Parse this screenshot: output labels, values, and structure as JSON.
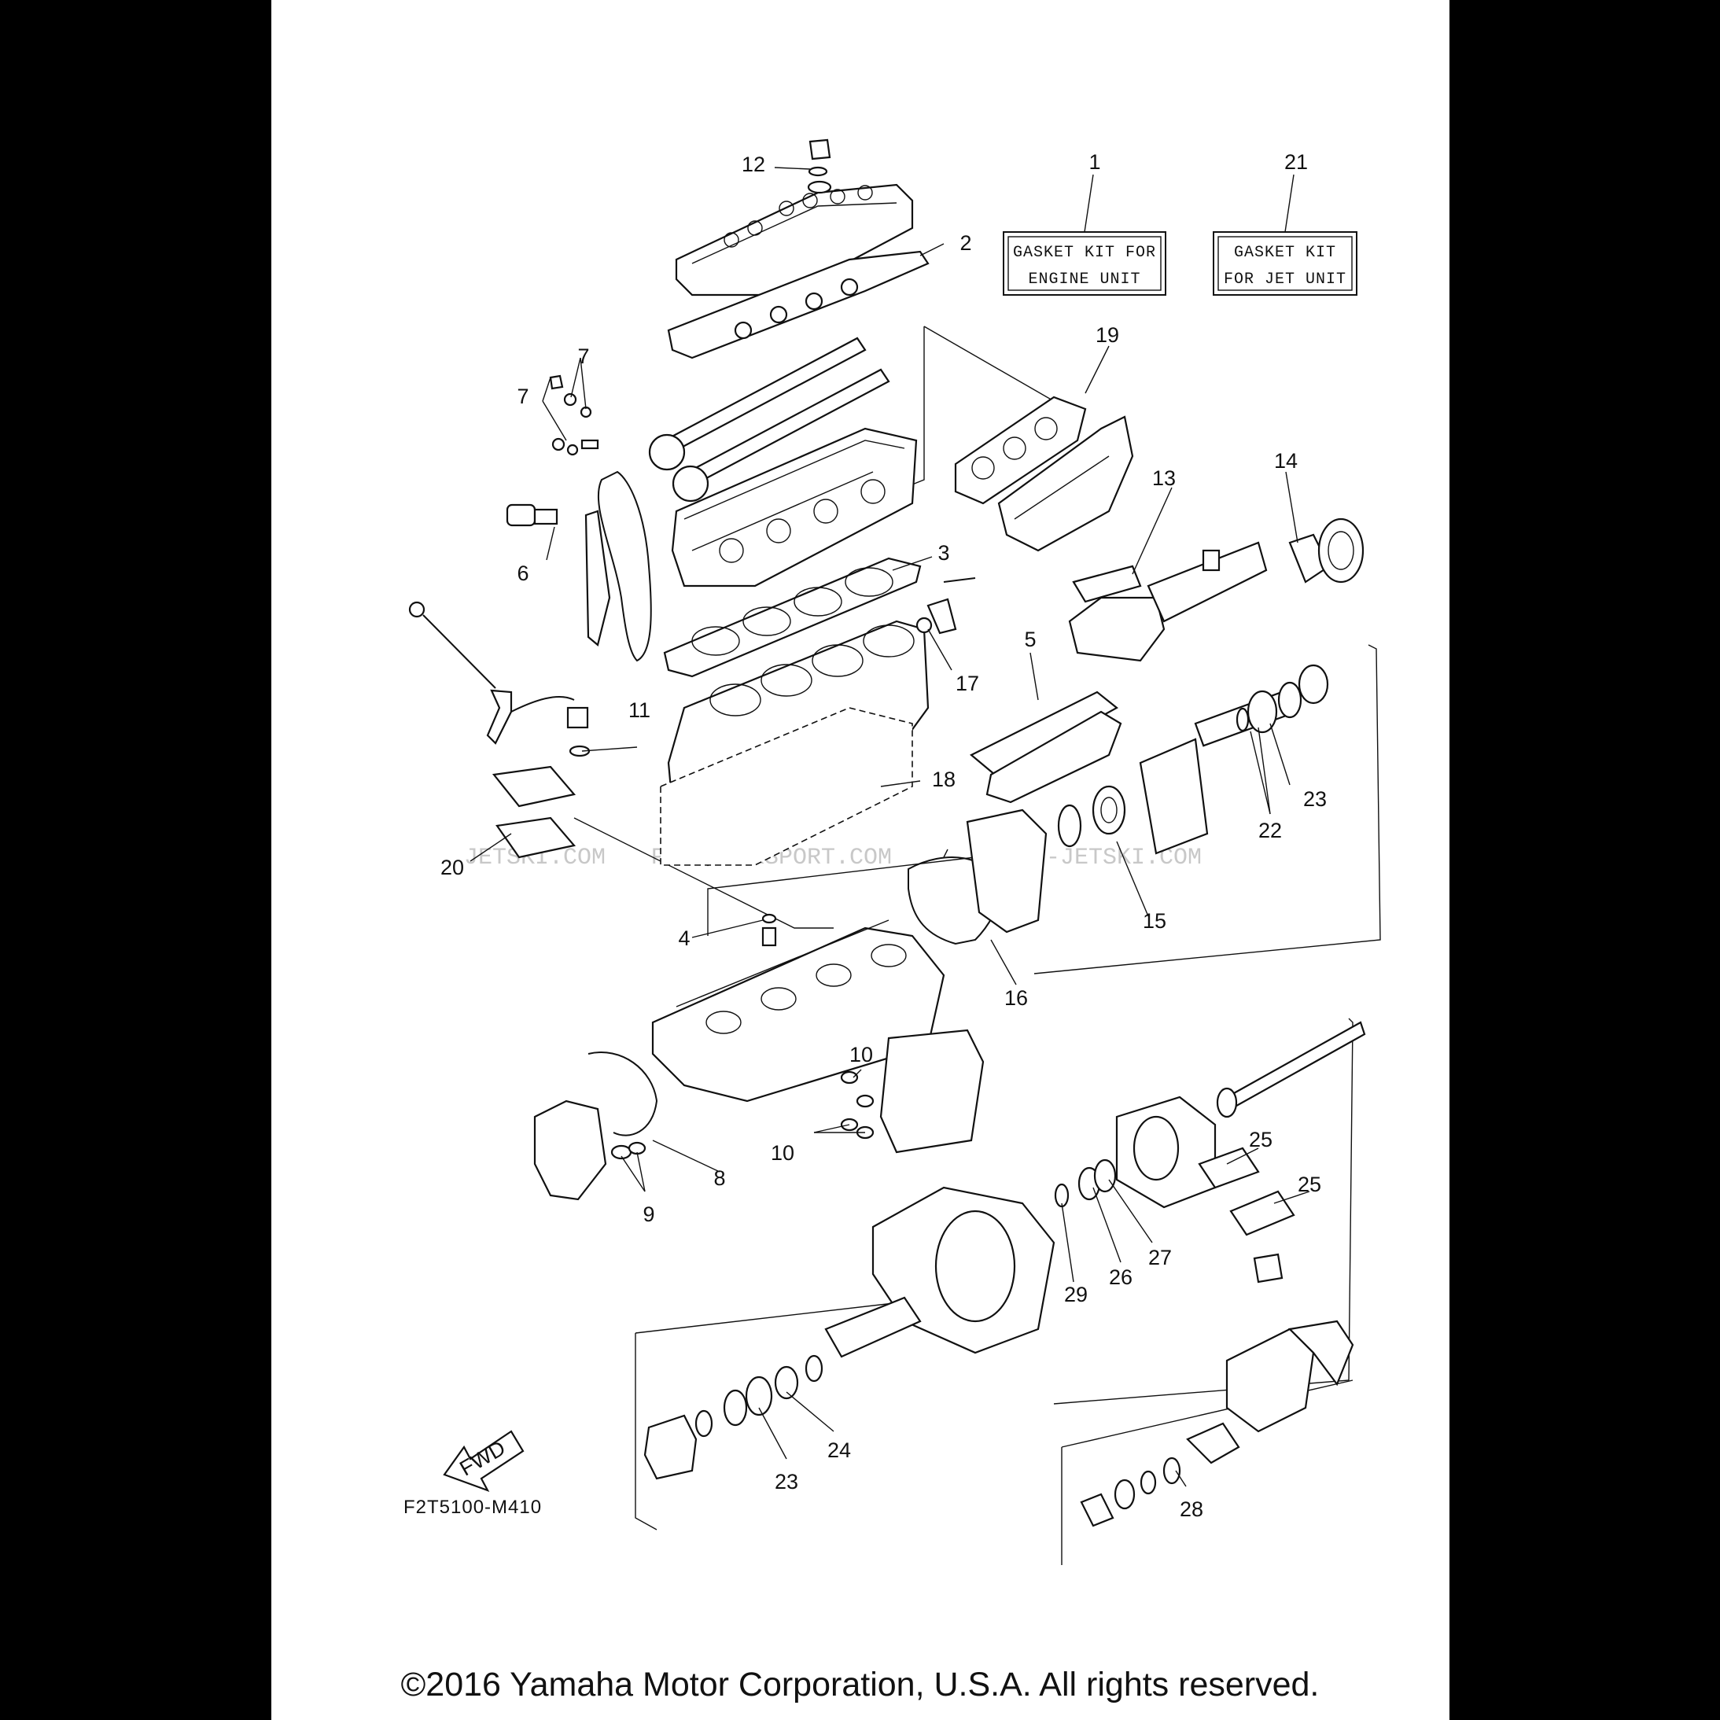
{
  "diagram": {
    "callouts": [
      "1",
      "2",
      "3",
      "4",
      "5",
      "6",
      "7",
      "7",
      "8",
      "9",
      "10",
      "10",
      "11",
      "12",
      "13",
      "14",
      "15",
      "16",
      "17",
      "18",
      "19",
      "20",
      "21",
      "22",
      "23",
      "23",
      "24",
      "25",
      "25",
      "26",
      "27",
      "28",
      "29"
    ],
    "kits": [
      {
        "number": "1",
        "line1": "GASKET KIT FOR",
        "line2": "ENGINE UNIT"
      },
      {
        "number": "21",
        "line1": "GASKET KIT",
        "line2": "FOR JET UNIT"
      }
    ],
    "fwd_label": "FWD",
    "drawing_code": "F2T5100-M410",
    "watermark": [
      "JETSKI.COM",
      "PROMOTORSPORT.COM",
      "PROMO-JETSKI.COM"
    ]
  },
  "footer": {
    "copyright": "©2016 Yamaha Motor Corporation, U.S.A. All rights reserved."
  }
}
